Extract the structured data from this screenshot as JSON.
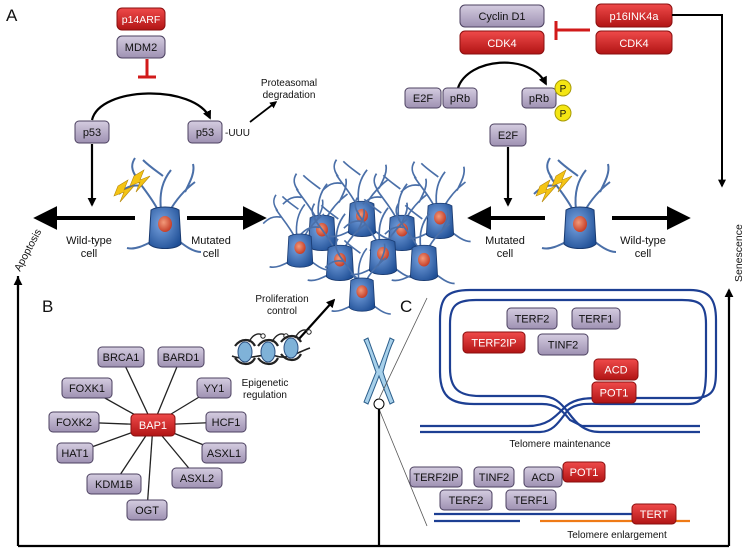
{
  "panels": {
    "a": "A",
    "b": "B",
    "c": "C"
  },
  "colors": {
    "gray_fill": "#b7abc6",
    "gray_stroke": "#4c4160",
    "red_fill": "#d42020",
    "red_stroke": "#8a0f0f",
    "inhibit": "#d11a1a",
    "dna": "#1d3f93",
    "tert_dna": "#ef7a16",
    "phospho": "#f4e613"
  },
  "panel_a": {
    "p14arf": "p14ARF",
    "mdm2": "MDM2",
    "p53_left": "p53",
    "p53_right": "p53",
    "uuu": "-UUU",
    "proteasomal_line1": "Proteasomal",
    "proteasomal_line2": "degradation",
    "apoptosis": "Apoptosis",
    "wild_type_left_1": "Wild-type",
    "wild_type_left_2": "cell",
    "mutated_left_1": "Mutated",
    "mutated_left_2": "cell",
    "cyclin_d1": "Cyclin D1",
    "cdk4_left": "CDK4",
    "p16ink4a": "p16INK4a",
    "cdk4_right": "CDK4",
    "e2f_top": "E2F",
    "prb_left": "pRb",
    "prb_right": "pRb",
    "phospho_1": "P",
    "phospho_2": "P",
    "e2f_bottom": "E2F",
    "mutated_right_1": "Mutated",
    "mutated_right_2": "cell",
    "wild_type_right_1": "Wild-type",
    "wild_type_right_2": "cell",
    "senescence": "Senescence",
    "proliferation_1": "Proliferation",
    "proliferation_2": "control",
    "epigenetic_1": "Epigenetic",
    "epigenetic_2": "regulation"
  },
  "panel_b": {
    "center": "BAP1",
    "partners": [
      "BRCA1",
      "BARD1",
      "FOXK1",
      "YY1",
      "FOXK2",
      "HCF1",
      "HAT1",
      "ASXL1",
      "KDM1B",
      "ASXL2",
      "OGT"
    ]
  },
  "panel_c": {
    "maintenance_boxes": [
      "TERF2",
      "TERF1",
      "TERF2IP",
      "TINF2",
      "ACD",
      "POT1"
    ],
    "maintenance_label": "Telomere maintenance",
    "enlargement_boxes": [
      "TERF2IP",
      "TINF2",
      "ACD",
      "POT1",
      "TERF2",
      "TERF1",
      "TERT"
    ],
    "enlargement_label": "Telomere enlargement"
  }
}
